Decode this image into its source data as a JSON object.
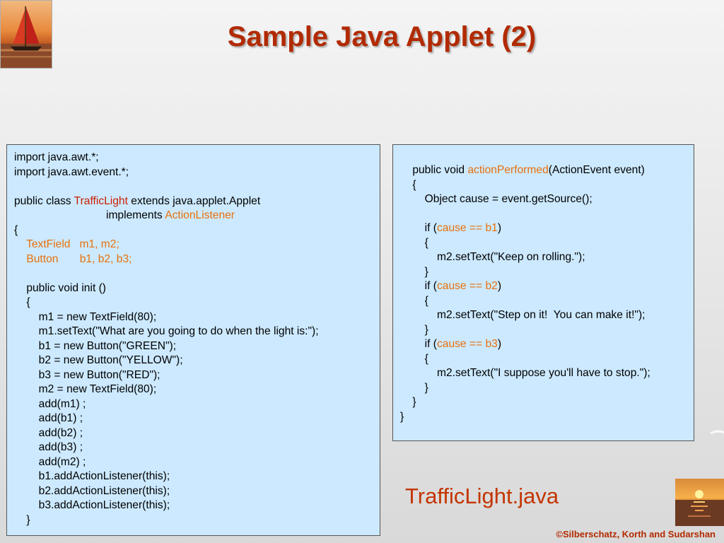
{
  "title": "Sample Java Applet (2)",
  "filename": "TrafficLight.java",
  "footer": "©Silberschatz, Korth and Sudarshan",
  "colors": {
    "title": "#b22a00",
    "highlight": "#e8700a",
    "box_bg": "#cce9ff"
  },
  "left_code": [
    [
      {
        "t": "import java.awt.*;"
      }
    ],
    [
      {
        "t": "import java.awt.event.*;"
      }
    ],
    [
      {
        "t": ""
      }
    ],
    [
      {
        "t": "public class "
      },
      {
        "t": "TrafficLight",
        "c": "red"
      },
      {
        "t": " extends java.applet.Applet"
      }
    ],
    [
      {
        "t": "                              implements "
      },
      {
        "t": "ActionListener",
        "c": "hl"
      }
    ],
    [
      {
        "t": "{"
      }
    ],
    [
      {
        "t": "    "
      },
      {
        "t": "TextField   m1, m2;",
        "c": "hl"
      }
    ],
    [
      {
        "t": "    "
      },
      {
        "t": "Button       b1, b2, b3;",
        "c": "hl"
      }
    ],
    [
      {
        "t": ""
      }
    ],
    [
      {
        "t": "    public void init ()"
      }
    ],
    [
      {
        "t": "    {"
      }
    ],
    [
      {
        "t": "        m1 = new TextField(80);"
      }
    ],
    [
      {
        "t": "        m1.setText(\"What are you going to do when the light is:\");"
      }
    ],
    [
      {
        "t": "        b1 = new Button(\"GREEN\");"
      }
    ],
    [
      {
        "t": "        b2 = new Button(\"YELLOW\");"
      }
    ],
    [
      {
        "t": "        b3 = new Button(\"RED\");"
      }
    ],
    [
      {
        "t": "        m2 = new TextField(80);"
      }
    ],
    [
      {
        "t": "        add(m1) ;"
      }
    ],
    [
      {
        "t": "        add(b1) ;"
      }
    ],
    [
      {
        "t": "        add(b2) ;"
      }
    ],
    [
      {
        "t": "        add(b3) ;"
      }
    ],
    [
      {
        "t": "        add(m2) ;"
      }
    ],
    [
      {
        "t": "        b1.addActionListener(this);"
      }
    ],
    [
      {
        "t": "        b2.addActionListener(this);"
      }
    ],
    [
      {
        "t": "        b3.addActionListener(this);"
      }
    ],
    [
      {
        "t": "    }"
      }
    ]
  ],
  "right_code": [
    [
      {
        "t": "    public void "
      },
      {
        "t": "actionPerformed",
        "c": "hl"
      },
      {
        "t": "(ActionEvent event)"
      }
    ],
    [
      {
        "t": "    {"
      }
    ],
    [
      {
        "t": "        Object cause = event.getSource();"
      }
    ],
    [
      {
        "t": ""
      }
    ],
    [
      {
        "t": "        if ("
      },
      {
        "t": "cause == b1",
        "c": "hl"
      },
      {
        "t": ")"
      }
    ],
    [
      {
        "t": "        {"
      }
    ],
    [
      {
        "t": "            m2.setText(\"Keep on rolling.\");"
      }
    ],
    [
      {
        "t": "        }"
      }
    ],
    [
      {
        "t": "        if ("
      },
      {
        "t": "cause == b2",
        "c": "hl"
      },
      {
        "t": ")"
      }
    ],
    [
      {
        "t": "        {"
      }
    ],
    [
      {
        "t": "            m2.setText(\"Step on it!  You can make it!\");"
      }
    ],
    [
      {
        "t": "        }"
      }
    ],
    [
      {
        "t": "        if ("
      },
      {
        "t": "cause == b3",
        "c": "hl"
      },
      {
        "t": ")"
      }
    ],
    [
      {
        "t": "        {"
      }
    ],
    [
      {
        "t": "            m2.setText(\"I suppose you'll have to stop.\");"
      }
    ],
    [
      {
        "t": "        }"
      }
    ],
    [
      {
        "t": "    }"
      }
    ],
    [
      {
        "t": "}"
      }
    ]
  ]
}
